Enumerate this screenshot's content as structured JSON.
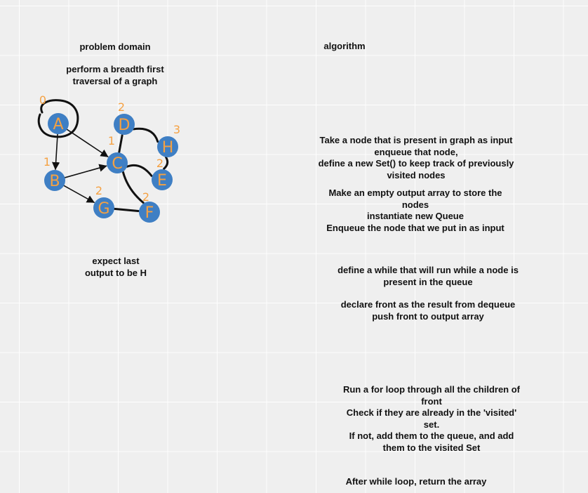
{
  "left_panel": {
    "title": "problem domain",
    "description": "perform a breadth first\ntraversal of a graph",
    "expectation": "expect last\noutput to be H"
  },
  "right_panel": {
    "title": "algorithm",
    "steps": [
      "Take a node that is present in graph as input\nenqueue that node,\ndefine a new Set() to keep track of previously\nvisited nodes",
      "Make an empty output array to store the\nnodes\ninstantiate new Queue\nEnqueue the node that we put in as input",
      "define a while that will run while a node is\npresent in the queue",
      "declare front as the result from dequeue\npush front to output array",
      "Run a for loop through all the children of\nfront\nCheck if they are already in the 'visited'\nset.\nIf not, add them to the queue, and add\nthem to the  visited Set",
      "After while loop, return the array"
    ]
  },
  "graph": {
    "node_color": "#3f7fc4",
    "label_color": "#f5a142",
    "edge_color": "#111111",
    "nodes": [
      {
        "id": "A",
        "level": "0"
      },
      {
        "id": "B",
        "level": "1"
      },
      {
        "id": "C",
        "level": "1"
      },
      {
        "id": "D",
        "level": "2"
      },
      {
        "id": "E",
        "level": "2"
      },
      {
        "id": "G",
        "level": "2"
      },
      {
        "id": "F",
        "level": "2"
      },
      {
        "id": "H",
        "level": "3"
      }
    ],
    "edges": [
      {
        "from": "A",
        "to": "B",
        "directed": true
      },
      {
        "from": "A",
        "to": "C",
        "directed": true
      },
      {
        "from": "B",
        "to": "C",
        "directed": true
      },
      {
        "from": "B",
        "to": "G",
        "directed": true
      },
      {
        "from": "C",
        "to": "D",
        "directed": false
      },
      {
        "from": "C",
        "to": "E",
        "directed": false
      },
      {
        "from": "C",
        "to": "F",
        "directed": false
      },
      {
        "from": "D",
        "to": "H",
        "directed": false
      },
      {
        "from": "H",
        "to": "E",
        "directed": false
      },
      {
        "from": "G",
        "to": "F",
        "directed": false
      }
    ]
  }
}
